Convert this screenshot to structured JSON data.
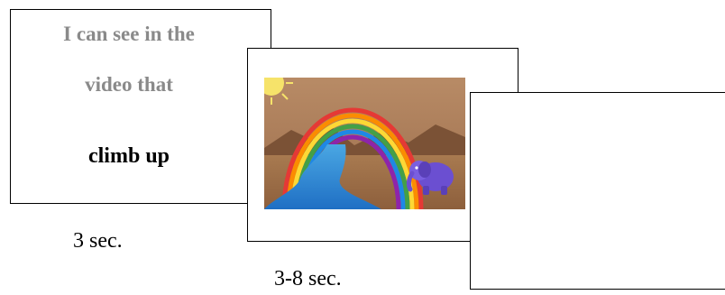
{
  "card_1": {
    "prompt_line_1": "I can see in the",
    "prompt_line_2": "video that",
    "target_phrase": "climb up",
    "duration": "3 sec."
  },
  "card_2": {
    "image": "video-still-rainbow-elephant",
    "duration": "3-8 sec."
  },
  "card_3": {
    "content": ""
  },
  "colors": {
    "prompt_gray": "#8a8a8a",
    "border": "#000000"
  }
}
